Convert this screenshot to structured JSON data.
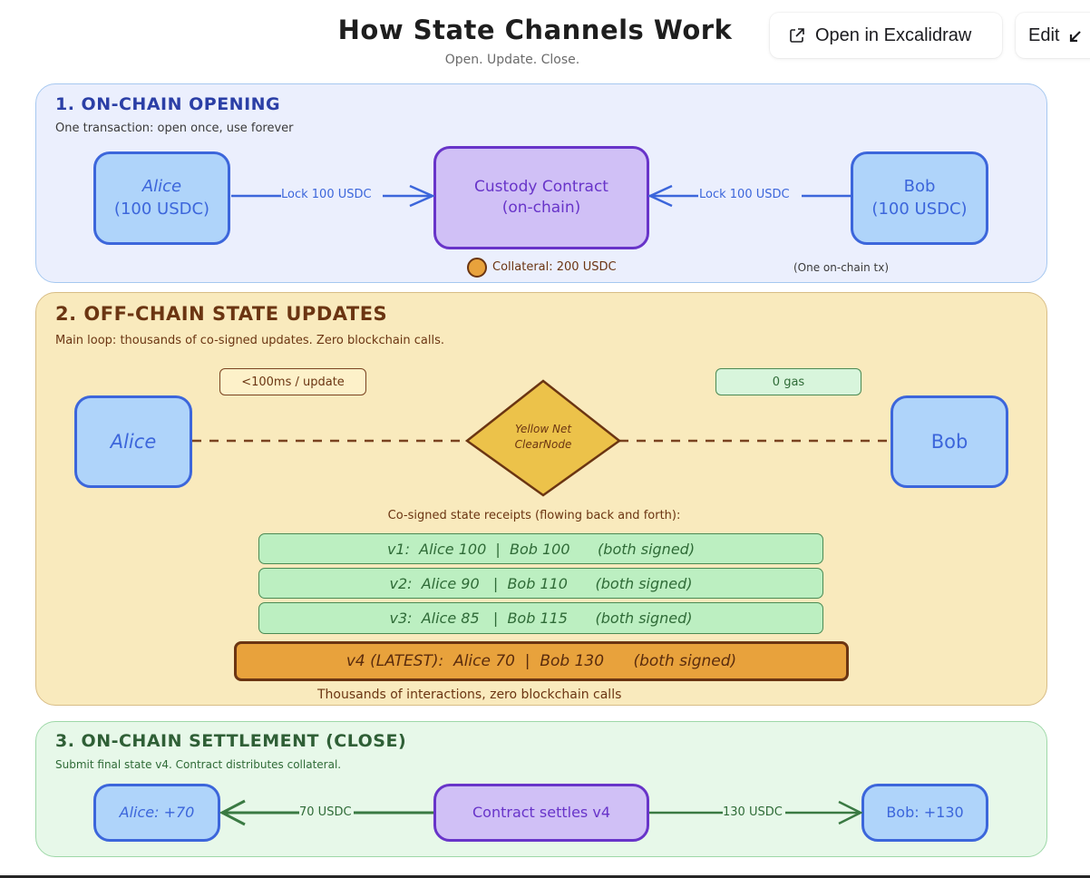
{
  "header": {
    "title": "How State Channels Work",
    "subtitle": "Open. Update. Close.",
    "open_button": {
      "label": "Open in Excalidraw",
      "icon": "external-link-icon"
    },
    "edit_button": {
      "label": "Edit",
      "icon": "arrow-down-left-icon"
    }
  },
  "colors": {
    "blue_node_fill": "#afd4fa",
    "blue_stroke": "#3c66db",
    "purple_fill": "#d0c0f6",
    "purple_stroke": "#6834c9",
    "section1_bg": "#ebeffd",
    "section2_bg": "#f9eabd",
    "section3_bg": "#e7f8e9",
    "brown": "#6b3512",
    "green": "#2f6b37",
    "latest_fill": "#e8a23c",
    "diamond_fill": "#ecc24a"
  },
  "section1": {
    "title": "1. ON-CHAIN OPENING",
    "subtitle": "One transaction: open once, use forever",
    "alice": {
      "line1": "Alice",
      "line2": "(100 USDC)"
    },
    "contract": {
      "line1": "Custody Contract",
      "line2": "(on-chain)"
    },
    "bob": {
      "line1": "Bob",
      "line2": "(100 USDC)"
    },
    "arrow_left_label": "Lock 100 USDC",
    "arrow_right_label": "Lock 100 USDC",
    "collateral": "Collateral: 200 USDC",
    "note": "(One on-chain tx)"
  },
  "section2": {
    "title": "2. OFF-CHAIN STATE UPDATES",
    "subtitle": "Main loop: thousands of co-signed updates. Zero blockchain calls.",
    "speed_badge": "<100ms / update",
    "gas_badge": "0 gas",
    "alice": "Alice",
    "bob": "Bob",
    "clearnode": {
      "line1": "Yellow Net",
      "line2": "ClearNode"
    },
    "receipts_heading": "Co-signed state receipts (flowing back and forth):",
    "receipts": [
      {
        "text": "v1:  Alice 100  |  Bob 100      (both signed)"
      },
      {
        "text": "v2:  Alice 90   |  Bob 110      (both signed)"
      },
      {
        "text": "v3:  Alice 85   |  Bob 115      (both signed)"
      }
    ],
    "latest_receipt": "v4 (LATEST):  Alice 70  |  Bob 130      (both signed)",
    "footer": "Thousands of interactions, zero blockchain calls"
  },
  "section3": {
    "title": "3. ON-CHAIN SETTLEMENT (CLOSE)",
    "subtitle": "Submit final state v4. Contract distributes collateral.",
    "alice": "Alice: +70",
    "contract": "Contract settles v4",
    "bob": "Bob: +130",
    "arrow_left_label": "70 USDC",
    "arrow_right_label": "130 USDC"
  }
}
